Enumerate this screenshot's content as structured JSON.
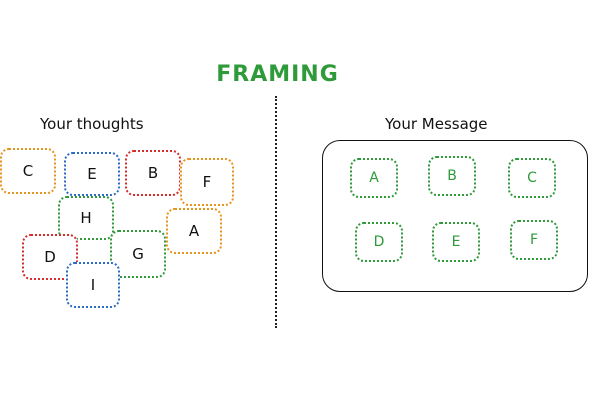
{
  "title": "FRAMING",
  "left": {
    "heading": "Your thoughts",
    "boxes": [
      {
        "label": "C",
        "color": "#e8931e"
      },
      {
        "label": "E",
        "color": "#2b6ac5"
      },
      {
        "label": "B",
        "color": "#d32c2c"
      },
      {
        "label": "F",
        "color": "#e8931e"
      },
      {
        "label": "H",
        "color": "#2e9a3a"
      },
      {
        "label": "A",
        "color": "#e8931e"
      },
      {
        "label": "D",
        "color": "#d32c2c"
      },
      {
        "label": "G",
        "color": "#2e9a3a"
      },
      {
        "label": "I",
        "color": "#2b6ac5"
      }
    ]
  },
  "right": {
    "heading": "Your Message",
    "boxes": [
      {
        "label": "A"
      },
      {
        "label": "B"
      },
      {
        "label": "C"
      },
      {
        "label": "D"
      },
      {
        "label": "E"
      },
      {
        "label": "F"
      }
    ]
  },
  "colors": {
    "title": "#2e9a3a",
    "orange": "#e8931e",
    "blue": "#2b6ac5",
    "red": "#d32c2c",
    "green": "#2e9a3a"
  }
}
